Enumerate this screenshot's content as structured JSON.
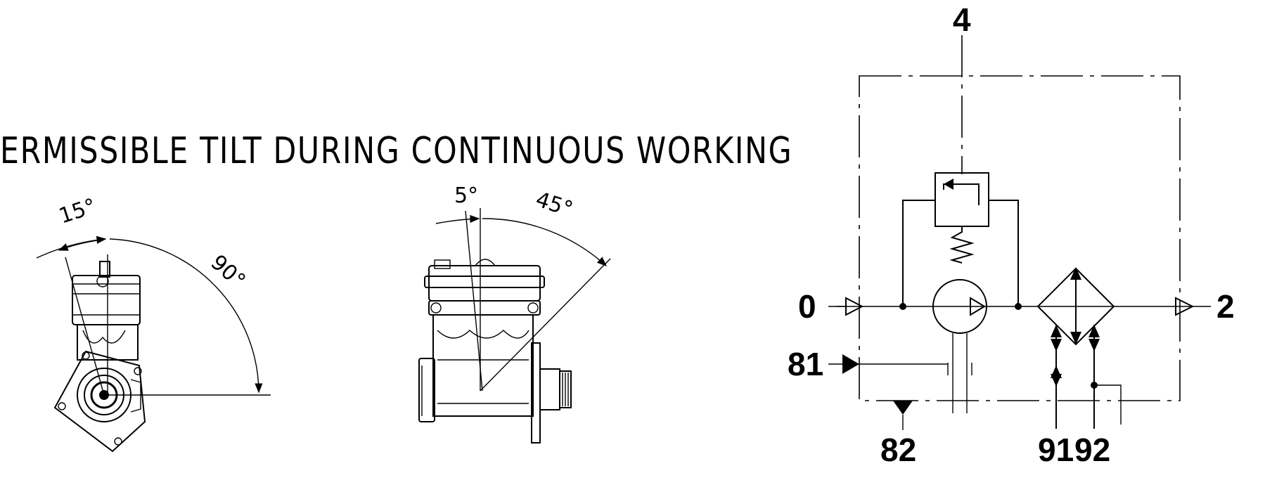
{
  "title": "ERMISSIBLE TILT DURING CONTINUOUS WORKING",
  "side_view": {
    "angle_small": "15°",
    "angle_large": "90°"
  },
  "front_view": {
    "angle_small": "5°",
    "angle_large": "45°"
  },
  "schematic": {
    "ports": {
      "top": "4",
      "left": "0",
      "right": "2",
      "pilot": "81",
      "drain": "82",
      "bottom_a": "91",
      "bottom_b": "92"
    }
  }
}
